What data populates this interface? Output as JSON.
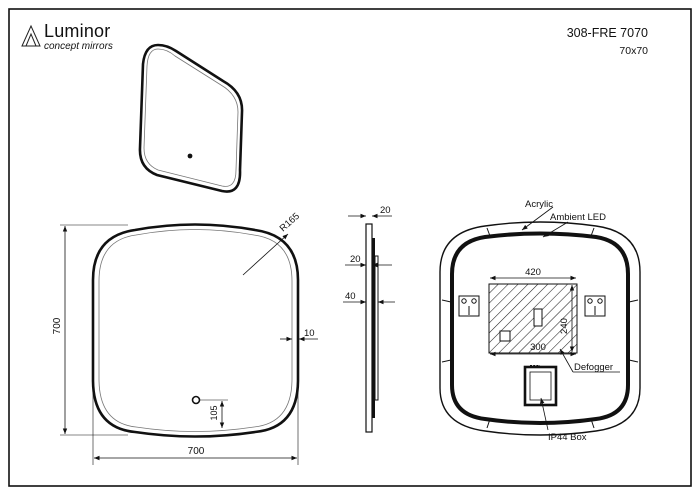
{
  "brand": {
    "name": "Luminor",
    "tagline": "concept mirrors",
    "icon": "prism-logo-icon"
  },
  "product": {
    "code": "308-FRE 7070",
    "size": "70x70"
  },
  "front_view": {
    "radius": "R165",
    "edge": "10",
    "width": "700",
    "height": "700",
    "switch_height": "105"
  },
  "side_view": {
    "top": "20",
    "mid": "20",
    "depth": "40"
  },
  "back_view": {
    "acrylic": "Acrylic",
    "ambient_led": "Ambient LED",
    "defogger_width": "420",
    "defogger_height": "240",
    "inner": "300",
    "defogger": "Defogger",
    "box": "IP44  Box"
  }
}
